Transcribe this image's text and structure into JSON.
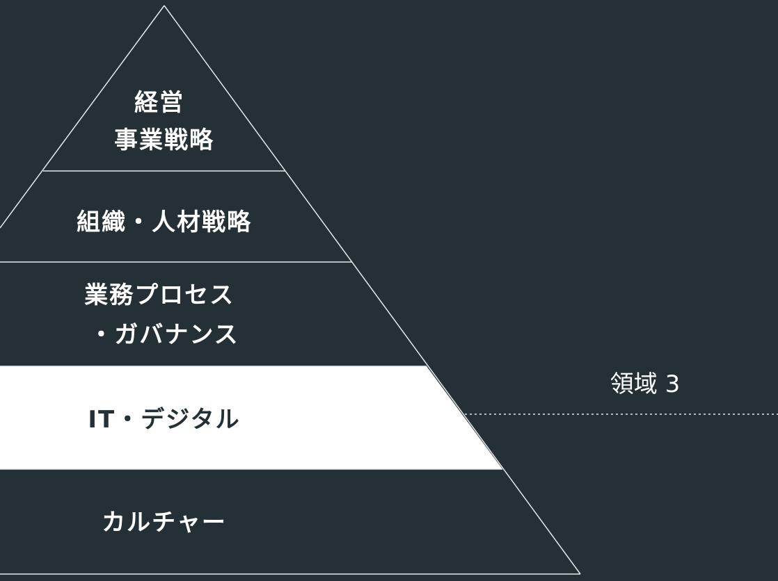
{
  "colors": {
    "background": "#253036",
    "highlight": "#ffffff",
    "line": "#e6e9eb"
  },
  "tiers": [
    {
      "lines": [
        "経営",
        "事業戦略"
      ],
      "highlighted": false
    },
    {
      "lines": [
        "組織・人材戦略"
      ],
      "highlighted": false
    },
    {
      "lines": [
        "業務プロセス",
        "・ガバナンス"
      ],
      "highlighted": false
    },
    {
      "lines": [
        "IT・デジタル"
      ],
      "highlighted": true
    },
    {
      "lines": [
        "カルチャー"
      ],
      "highlighted": false
    }
  ],
  "callout": {
    "label": "領域 3"
  }
}
